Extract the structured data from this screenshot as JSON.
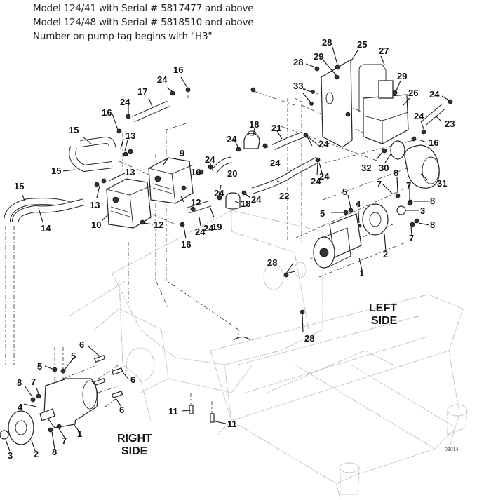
{
  "header": {
    "line1": "Model 124/41 with Serial # 5817477 and above",
    "line2": "Model 124/48 with Serial # 5818510 and above",
    "line3": "Number on pump tag begins with \"H3\""
  },
  "side_labels": {
    "left_line1": "LEFT",
    "left_line2": "SIDE",
    "right_line1": "RIGHT",
    "right_line2": "SIDE"
  },
  "drawing_code": "08014",
  "callouts": [
    {
      "n": "28"
    },
    {
      "n": "25"
    },
    {
      "n": "27"
    },
    {
      "n": "28"
    },
    {
      "n": "29"
    },
    {
      "n": "29"
    },
    {
      "n": "26"
    },
    {
      "n": "33"
    },
    {
      "n": "24"
    },
    {
      "n": "23"
    },
    {
      "n": "24"
    },
    {
      "n": "16"
    },
    {
      "n": "32"
    },
    {
      "n": "30"
    },
    {
      "n": "31"
    },
    {
      "n": "24"
    },
    {
      "n": "24"
    },
    {
      "n": "16"
    },
    {
      "n": "24"
    },
    {
      "n": "17"
    },
    {
      "n": "24"
    },
    {
      "n": "16"
    },
    {
      "n": "15"
    },
    {
      "n": "13"
    },
    {
      "n": "15"
    },
    {
      "n": "13"
    },
    {
      "n": "9"
    },
    {
      "n": "15"
    },
    {
      "n": "13"
    },
    {
      "n": "14"
    },
    {
      "n": "10"
    },
    {
      "n": "12"
    },
    {
      "n": "12"
    },
    {
      "n": "16"
    },
    {
      "n": "24"
    },
    {
      "n": "18"
    },
    {
      "n": "21"
    },
    {
      "n": "24"
    },
    {
      "n": "24"
    },
    {
      "n": "20"
    },
    {
      "n": "24"
    },
    {
      "n": "24"
    },
    {
      "n": "22"
    },
    {
      "n": "24"
    },
    {
      "n": "18"
    },
    {
      "n": "24"
    },
    {
      "n": "19"
    },
    {
      "n": "16"
    },
    {
      "n": "24"
    },
    {
      "n": "5"
    },
    {
      "n": "5"
    },
    {
      "n": "4"
    },
    {
      "n": "7"
    },
    {
      "n": "8"
    },
    {
      "n": "7"
    },
    {
      "n": "8"
    },
    {
      "n": "3"
    },
    {
      "n": "8"
    },
    {
      "n": "7"
    },
    {
      "n": "2"
    },
    {
      "n": "1"
    },
    {
      "n": "28"
    },
    {
      "n": "28"
    },
    {
      "n": "6"
    },
    {
      "n": "5"
    },
    {
      "n": "5"
    },
    {
      "n": "6"
    },
    {
      "n": "8"
    },
    {
      "n": "7"
    },
    {
      "n": "4"
    },
    {
      "n": "6"
    },
    {
      "n": "11"
    },
    {
      "n": "11"
    },
    {
      "n": "1"
    },
    {
      "n": "7"
    },
    {
      "n": "3"
    },
    {
      "n": "2"
    },
    {
      "n": "8"
    }
  ]
}
